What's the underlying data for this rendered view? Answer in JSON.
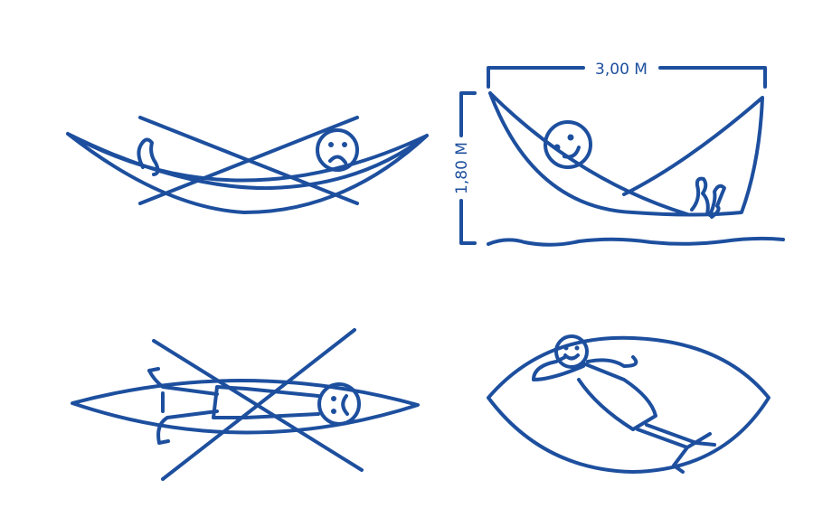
{
  "labels": {
    "width": "3,00 M",
    "height": "1,80 M"
  },
  "colors": {
    "stroke": "#1d4f9e"
  },
  "panels": [
    {
      "name": "wrong-lengthwise-lying",
      "marked_wrong": true
    },
    {
      "name": "correct-hammock-dimensions",
      "marked_wrong": false
    },
    {
      "name": "wrong-top-view-straight",
      "marked_wrong": true
    },
    {
      "name": "correct-top-view-diagonal",
      "marked_wrong": false
    }
  ]
}
